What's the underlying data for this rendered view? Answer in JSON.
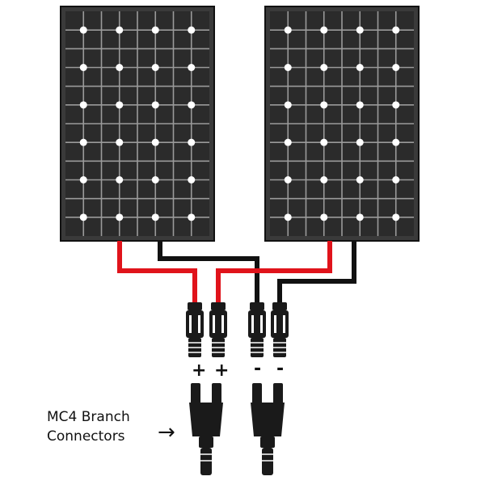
{
  "diagram": {
    "caption_lines": [
      "MC4 Branch",
      "Connectors"
    ],
    "arrow_symbol": "→",
    "polarity_labels": [
      "+",
      "+",
      "-",
      "-"
    ],
    "panels": [
      "left-solar-panel",
      "right-solar-panel"
    ],
    "colors": {
      "panel_frame": "#3a3a3a",
      "panel_cell": "#2b2b2b",
      "grid_line": "#9a9a9a",
      "node": "#ffffff",
      "positive_wire": "#e0131b",
      "negative_wire": "#111111",
      "connector": "#1a1a1a",
      "text": "#111111"
    }
  }
}
